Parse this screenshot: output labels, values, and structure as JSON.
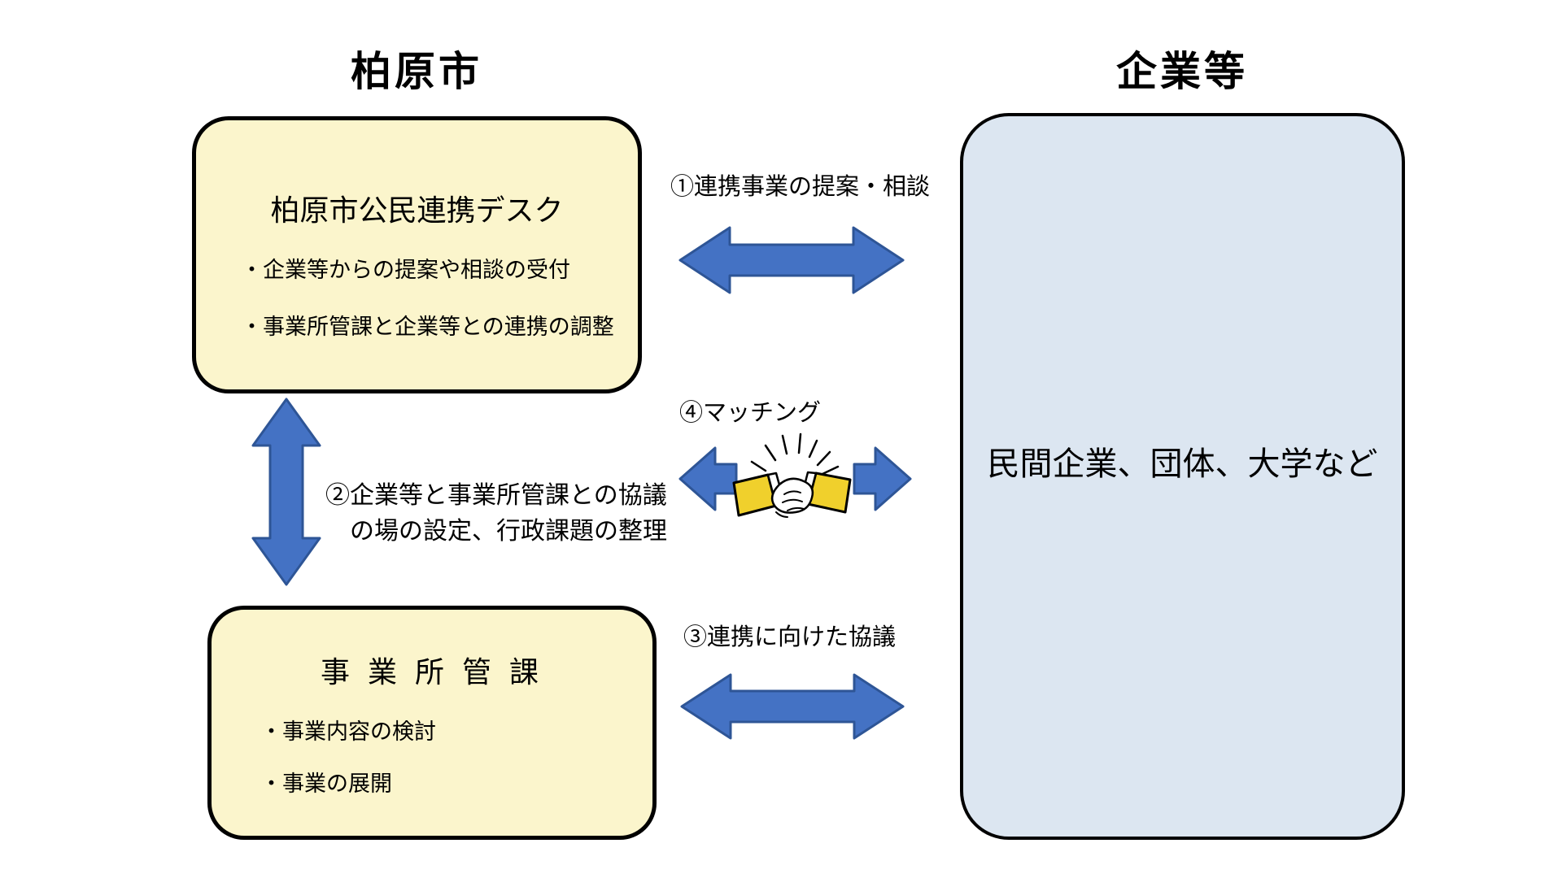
{
  "titles": {
    "left": "柏原市",
    "right": "企業等"
  },
  "boxes": {
    "desk": {
      "title": "柏原市公民連携デスク",
      "bullets": [
        "・企業等からの提案や相談の受付",
        "・事業所管課と企業等との連携の調整"
      ]
    },
    "department": {
      "title": "事 業 所 管 課",
      "bullets": [
        "・事業内容の検討",
        "・事業の展開"
      ]
    },
    "companies": {
      "label": "民間企業、団体、大学など"
    }
  },
  "arrows": {
    "top": {
      "label": "①連携事業の提案・相談"
    },
    "matching": {
      "label": "④マッチング"
    },
    "vertical": {
      "label_line1": "②企業等と事業所管課との協議",
      "label_line2": "の場の設定、行政課題の整理"
    },
    "bottom": {
      "label": "③連携に向けた協議"
    }
  },
  "icons": {
    "handshake": "handshake-icon"
  },
  "colors": {
    "box_yellow": "#FBF5CC",
    "box_blue": "#DCE6F1",
    "arrow_fill": "#4472C4",
    "arrow_border": "#2E5596",
    "sleeve_yellow": "#F0D02C",
    "border_black": "#000000"
  }
}
